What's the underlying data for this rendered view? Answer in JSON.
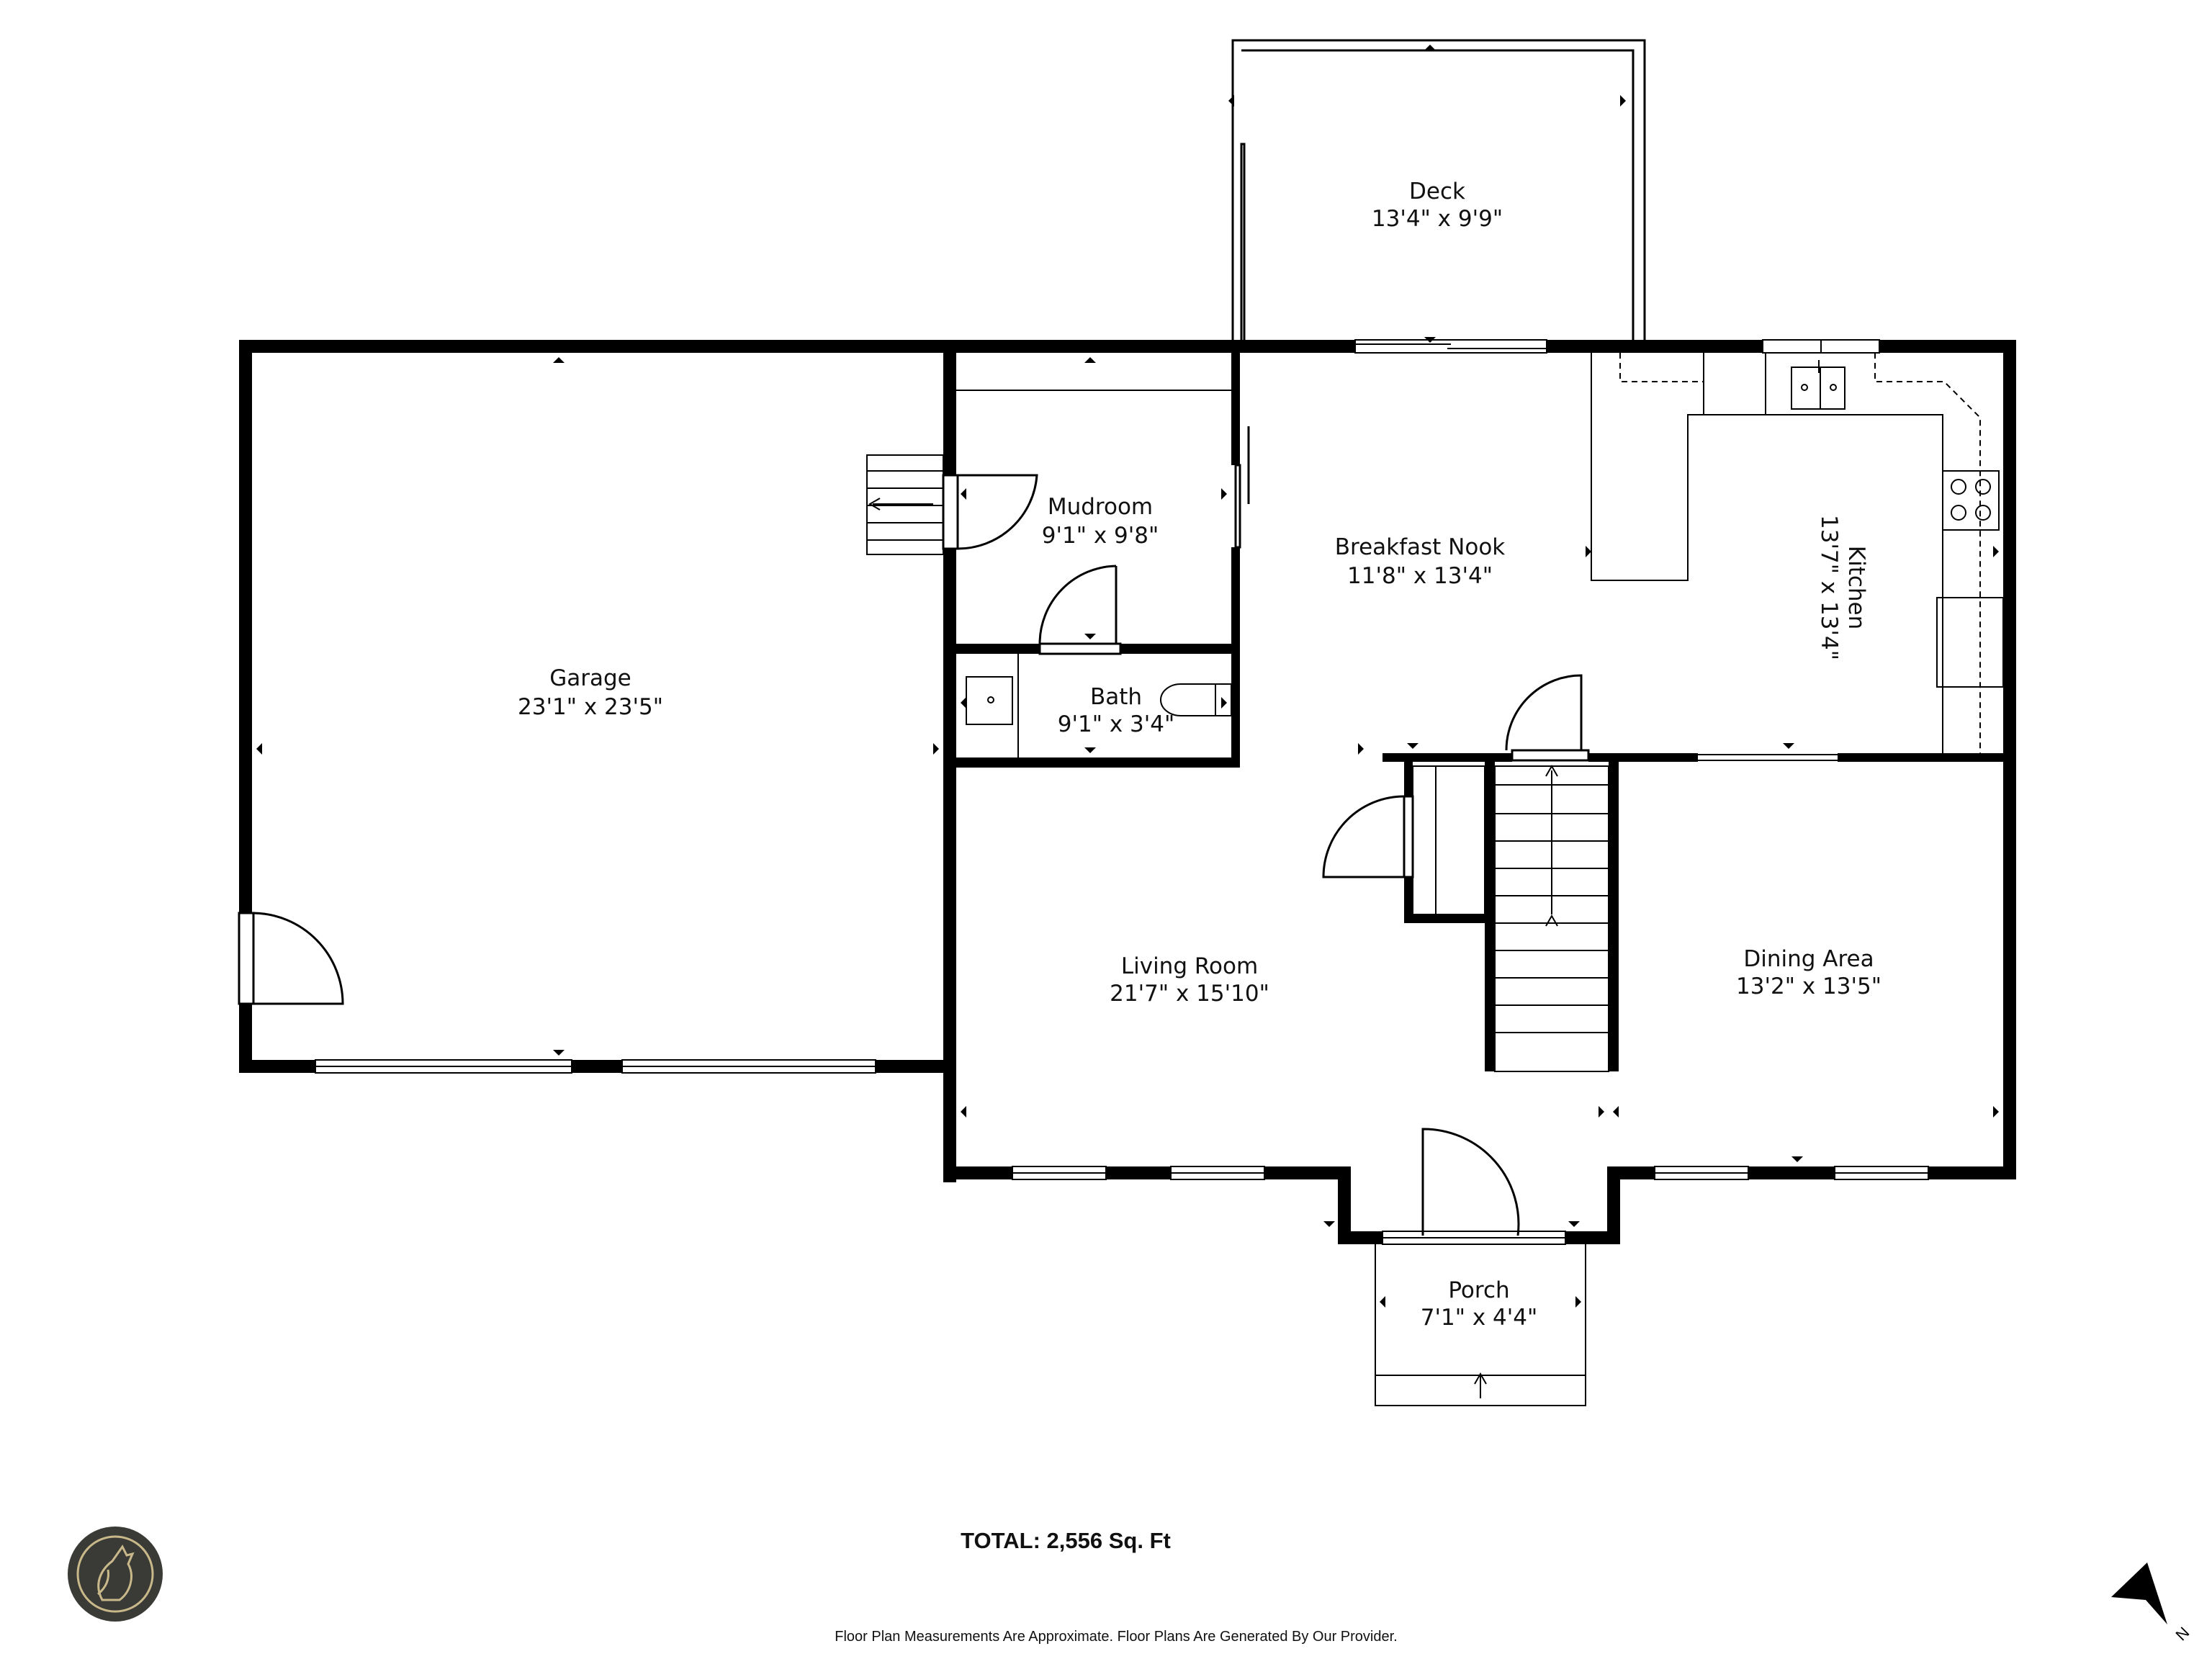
{
  "rooms": {
    "deck": {
      "name": "Deck",
      "size": "13'4\" x 9'9\""
    },
    "mudroom": {
      "name": "Mudroom",
      "size": "9'1\" x 9'8\""
    },
    "breakfast_nook": {
      "name": "Breakfast Nook",
      "size": "11'8\" x 13'4\""
    },
    "kitchen": {
      "name": "Kitchen",
      "size": "13'7\" x 13'4\""
    },
    "garage": {
      "name": "Garage",
      "size": "23'1\" x 23'5\""
    },
    "bath": {
      "name": "Bath",
      "size": "9'1\" x 3'4\""
    },
    "living_room": {
      "name": "Living Room",
      "size": "21'7\" x 15'10\""
    },
    "dining_area": {
      "name": "Dining Area",
      "size": "13'2\" x 13'5\""
    },
    "porch": {
      "name": "Porch",
      "size": "7'1\" x 4'4\""
    }
  },
  "footer": {
    "total": "TOTAL: 2,556 Sq. Ft",
    "disclaimer": "Floor Plan Measurements Are Approximate. Floor Plans Are Generated By Our Provider."
  },
  "compass": {
    "label": "N"
  },
  "colors": {
    "wall": "#000000",
    "logo_bg": "#3a3b36",
    "logo_ring": "#c9b98a"
  },
  "icons": [
    "logo-icon",
    "north-arrow-icon",
    "door-icon",
    "stairs-icon",
    "sink-icon",
    "stove-icon",
    "toilet-icon"
  ]
}
